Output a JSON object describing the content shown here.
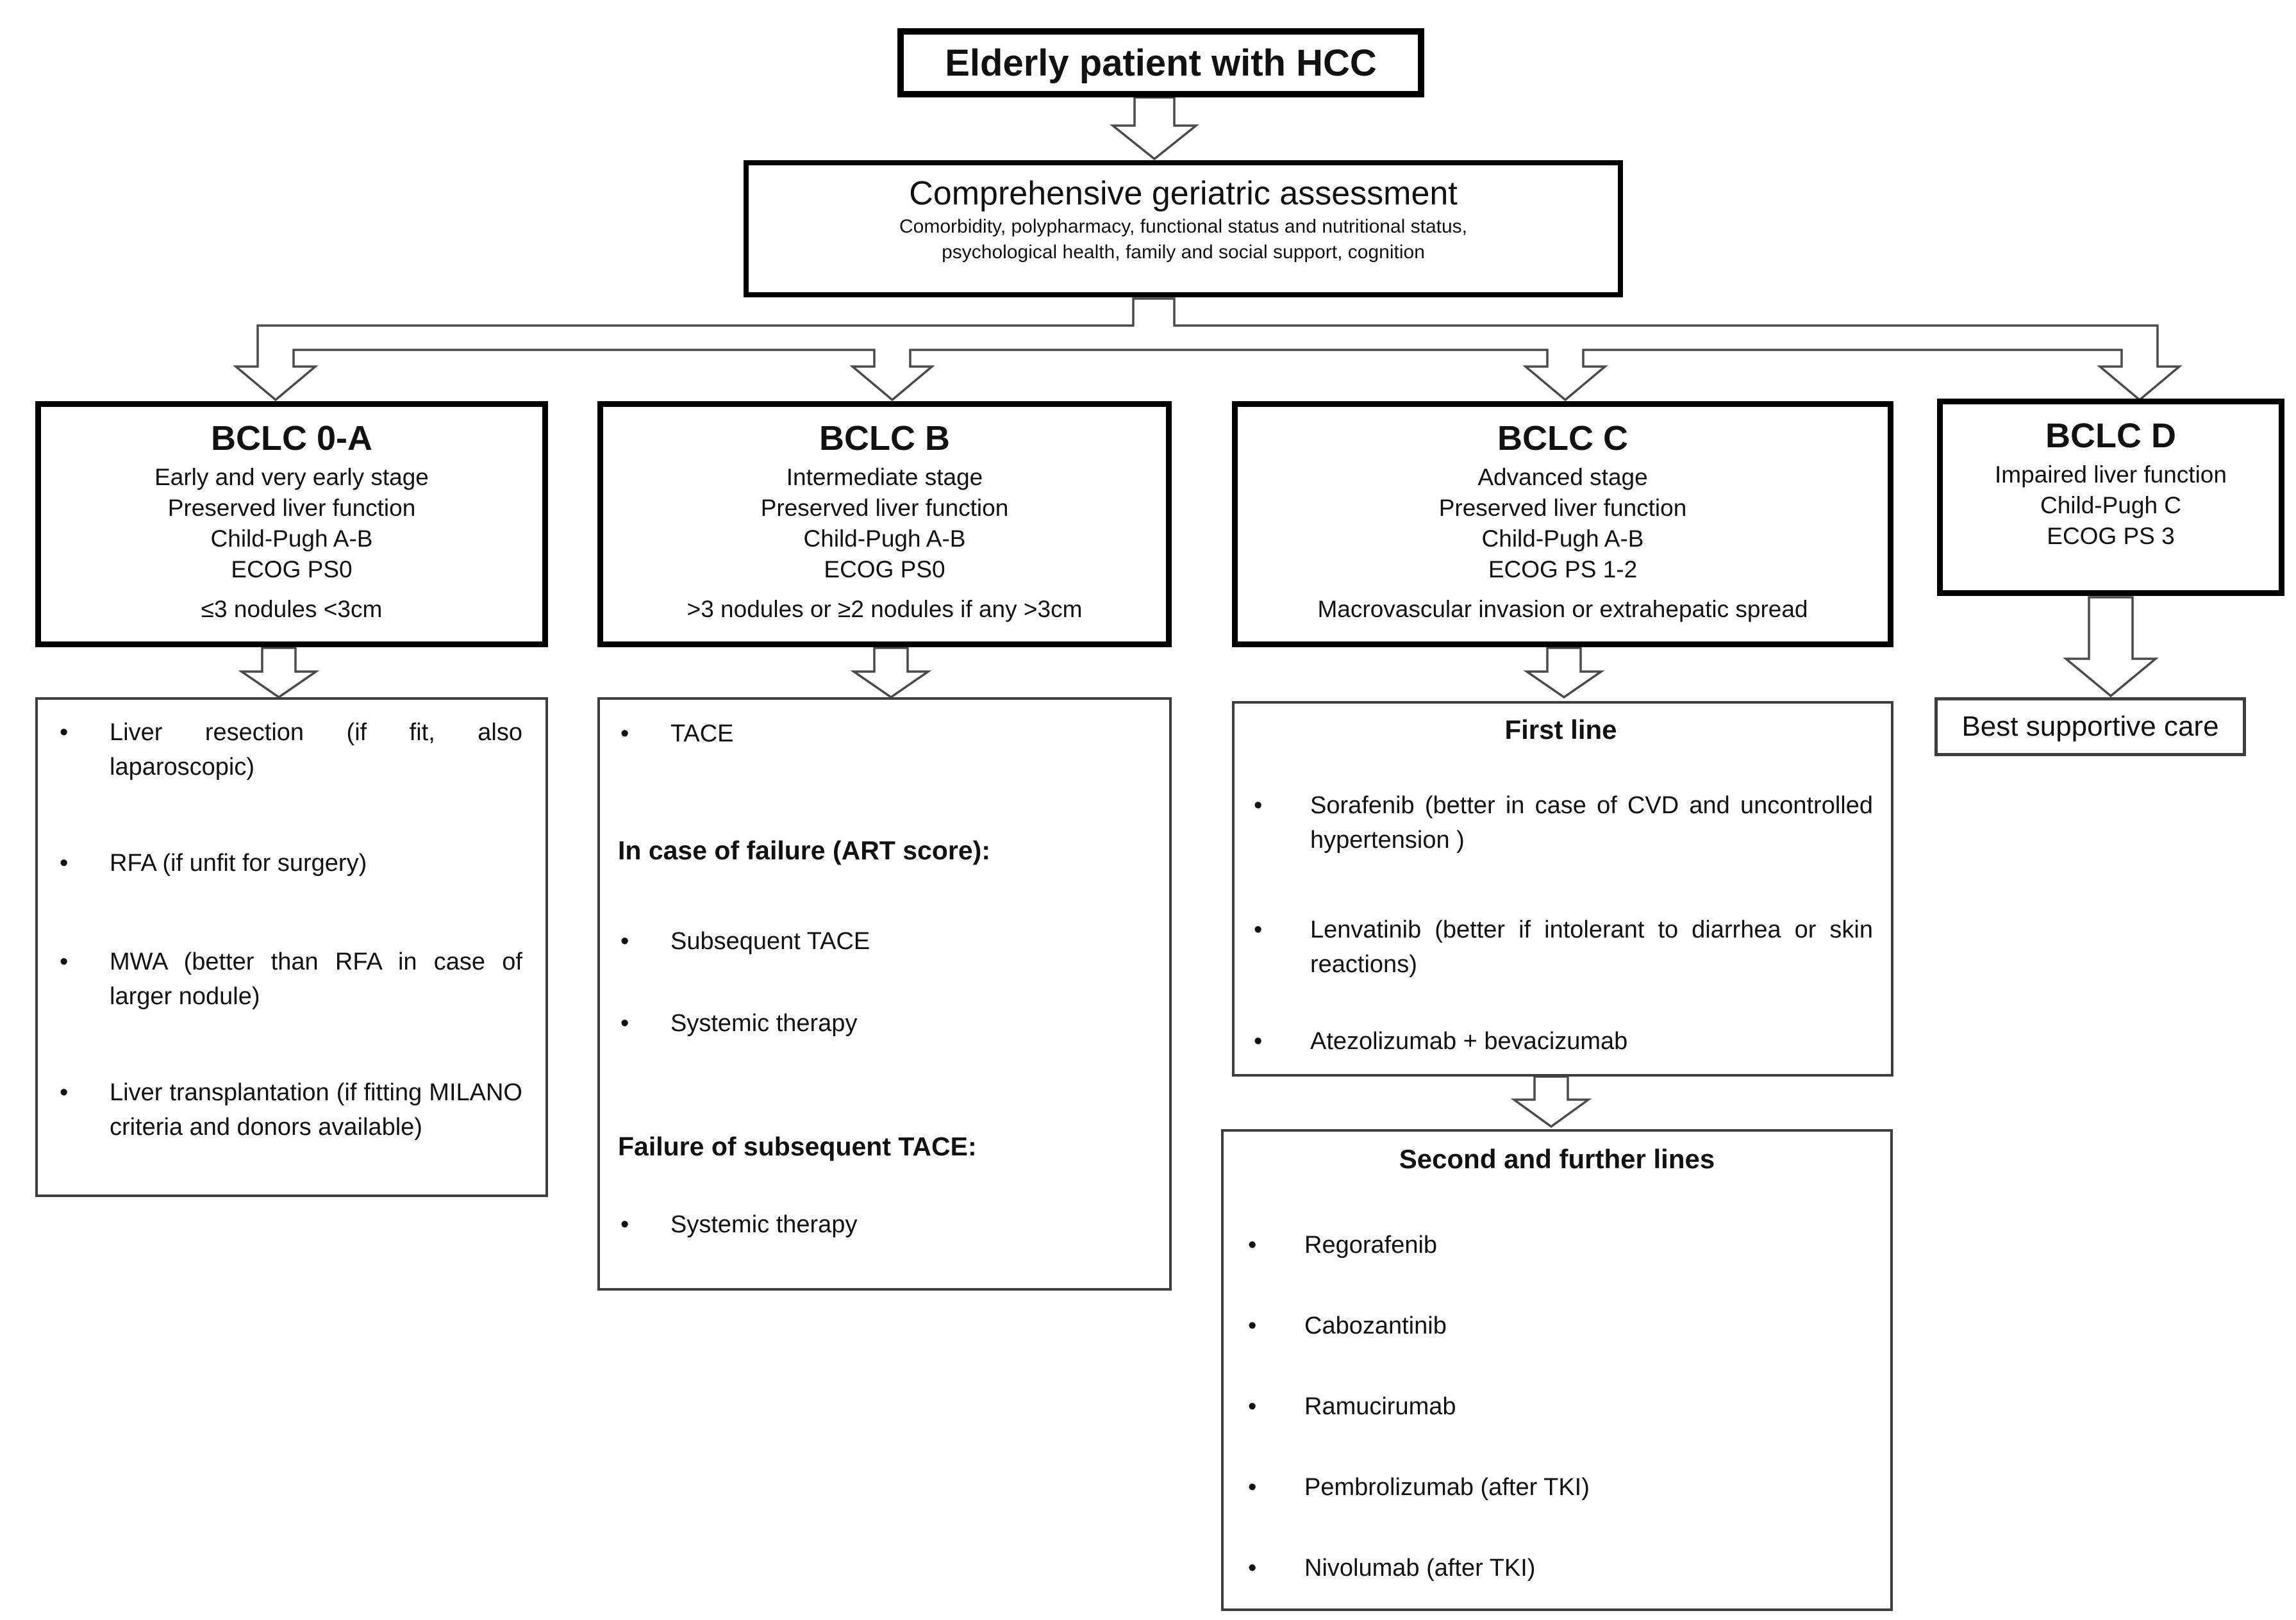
{
  "glyphs": {
    "bullet": "•"
  },
  "root": {
    "title": "Elderly patient with HCC"
  },
  "assessment": {
    "title": "Comprehensive geriatric assessment",
    "subtitle1": "Comorbidity, polypharmacy, functional status and nutritional status,",
    "subtitle2": "psychological health, family and social support, cognition"
  },
  "stages": [
    {
      "title": "BCLC 0-A",
      "lines": [
        "Early and very early stage",
        "Preserved liver function",
        "Child-Pugh A-B",
        "ECOG PS0",
        "≤3 nodules <3cm"
      ]
    },
    {
      "title": "BCLC B",
      "lines": [
        "Intermediate stage",
        "Preserved liver function",
        "Child-Pugh A-B",
        "ECOG PS0",
        ">3 nodules or ≥2 nodules if any >3cm"
      ]
    },
    {
      "title": "BCLC C",
      "lines": [
        "Advanced stage",
        "Preserved liver function",
        "Child-Pugh A-B",
        "ECOG PS 1-2",
        "Macrovascular invasion or extrahepatic spread"
      ]
    },
    {
      "title": "BCLC D",
      "lines": [
        "Impaired liver function",
        "Child-Pugh C",
        "ECOG PS 3"
      ]
    }
  ],
  "treatment_0a": {
    "items": [
      "Liver resection (if fit, also laparoscopic)",
      "RFA (if unfit for surgery)",
      "MWA (better than RFA in case of larger nodule)",
      "Liver transplantation (if fitting MILANO criteria and donors available)"
    ]
  },
  "treatment_b": {
    "item1": "TACE",
    "heading1": "In case of failure (ART score):",
    "item2": "Subsequent TACE",
    "item3": "Systemic therapy",
    "heading2": "Failure of subsequent TACE:",
    "item4": "Systemic therapy"
  },
  "first_line": {
    "title": "First line",
    "items": [
      "Sorafenib (better in case of CVD and uncontrolled hypertension )",
      "Lenvatinib (better if intolerant to diarrhea or skin reactions)",
      "Atezolizumab + bevacizumab"
    ]
  },
  "second_line": {
    "title": "Second and further lines",
    "items": [
      "Regorafenib",
      "Cabozantinib",
      "Ramucirumab",
      "Pembrolizumab (after TKI)",
      "Nivolumab (after TKI)"
    ]
  },
  "bclcd_treatment": {
    "label": "Best supportive care"
  },
  "colors": {
    "background": "#ffffff",
    "text": "#111111",
    "border_strong": "#000000",
    "border_thin": "#3d3d3d",
    "connector": "#4a4a4a"
  }
}
